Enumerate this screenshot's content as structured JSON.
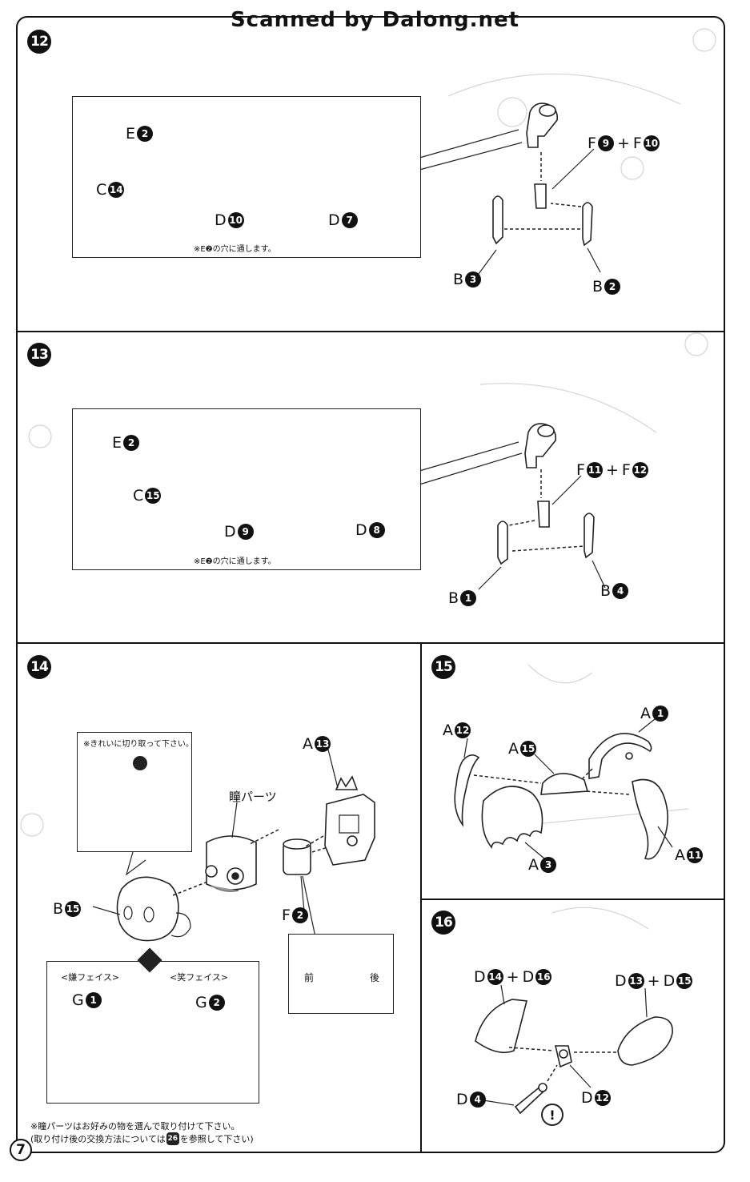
{
  "header": "Scanned by Dalong.net",
  "page_number": "7",
  "steps": {
    "s12": {
      "num": "12",
      "labels": {
        "e": "E",
        "e_n": "2",
        "c": "C",
        "c_n": "14",
        "d1": "D",
        "d1_n": "10",
        "d2": "D",
        "d2_n": "7",
        "f": "F",
        "f_n1": "9",
        "plus": "+",
        "f2": "F",
        "f_n2": "10",
        "b1": "B",
        "b1_n": "3",
        "b2": "B",
        "b2_n": "2"
      },
      "note": "※E❷の穴に通します。"
    },
    "s13": {
      "num": "13",
      "labels": {
        "e": "E",
        "e_n": "2",
        "c": "C",
        "c_n": "15",
        "d1": "D",
        "d1_n": "9",
        "d2": "D",
        "d2_n": "8",
        "f": "F",
        "f_n1": "11",
        "plus": "+",
        "f2": "F",
        "f_n2": "12",
        "b1": "B",
        "b1_n": "1",
        "b2": "B",
        "b2_n": "4"
      },
      "note": "※E❷の穴に通します。"
    },
    "s14": {
      "num": "14",
      "cut_note": "※きれいに切り取って下さい。",
      "pupil_parts": "瞳パーツ",
      "labels": {
        "a": "A",
        "a_n": "13",
        "b": "B",
        "b_n": "15",
        "f": "F",
        "f_n": "2",
        "g1": "G",
        "g1_n": "1",
        "g2": "G",
        "g2_n": "2"
      },
      "front": "前",
      "back": "後",
      "face1": "<嫌フェイス>",
      "face2": "<笑フェイス>",
      "foot1": "※瞳パーツはお好みの物を選んで取り付けて下さい。",
      "foot2": "(取り付け後の交換方法については",
      "foot_ref": "26",
      "foot3": "を参照して下さい)"
    },
    "s15": {
      "num": "15",
      "labels": {
        "a1": "A",
        "a1_n": "1",
        "a12": "A",
        "a12_n": "12",
        "a15": "A",
        "a15_n": "15",
        "a3": "A",
        "a3_n": "3",
        "a11": "A",
        "a11_n": "11"
      }
    },
    "s16": {
      "num": "16",
      "labels": {
        "d14": "D",
        "d14_n": "14",
        "plus1": "+",
        "d16": "D",
        "d16_n": "16",
        "d13": "D",
        "d13_n": "13",
        "plus2": "+",
        "d15": "D",
        "d15_n": "15",
        "d4": "D",
        "d4_n": "4",
        "d12": "D",
        "d12_n": "12"
      },
      "caution": "!"
    }
  }
}
